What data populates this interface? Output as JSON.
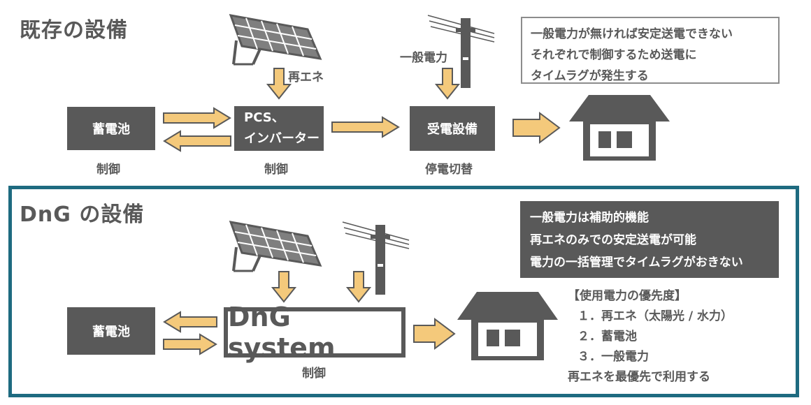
{
  "existing": {
    "title": "既存の設備",
    "battery": "蓄電池",
    "battery_caption": "制御",
    "pcs_line1": "PCS、",
    "pcs_line2": "インバーター",
    "pcs_caption": "制御",
    "renewable_label": "再エネ",
    "grid_label": "一般電力",
    "receiving": "受電設備",
    "receiving_caption": "停電切替",
    "note": [
      "一般電力が無ければ安定送電できない",
      "それぞれで制御するため送電に",
      "タイムラグが発生する"
    ]
  },
  "dng": {
    "title": "DnG の設備",
    "battery": "蓄電池",
    "system": "DnG system",
    "system_caption": "制御",
    "note": [
      "一般電力は補助的機能",
      "再エネのみでの安定送電が可能",
      "電力の一括管理でタイムラグがおきない"
    ],
    "priority": {
      "heading": "【使用電力の優先度】",
      "items": [
        "１．再エネ（太陽光 / 水力）",
        "２．蓄電池",
        "３．一般電力"
      ],
      "footer": "再エネを最優先で利用する"
    }
  },
  "colors": {
    "box": "#595959",
    "arrow_fill": "#f4c97b",
    "arrow_stroke": "#595959",
    "frame": "#1e6b80",
    "panel": "#7f7f7f"
  }
}
